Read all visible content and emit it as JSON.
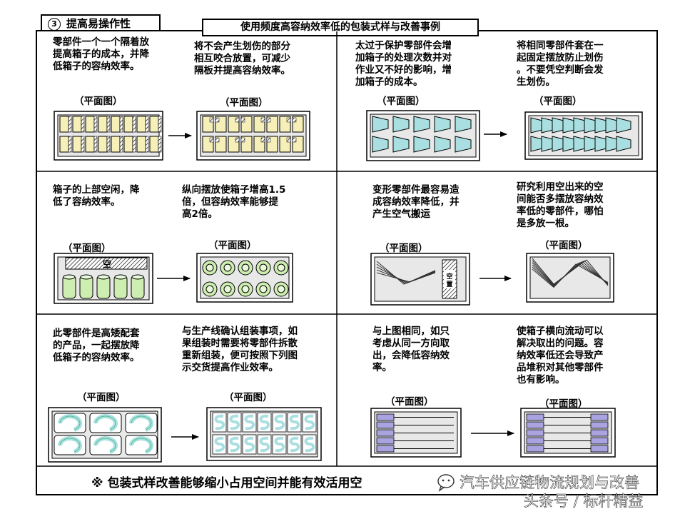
{
  "header": {
    "section_number": "3",
    "section_title": "提高易操作性",
    "main_title": "使用频度高容纳效率低的包装式样与改善事例"
  },
  "cells": [
    {
      "text": [
        "零部件一个一个隔着放",
        "提高箱子的成本，并降",
        "低箱子的容纳效率。"
      ],
      "plan_label": "（平面图）"
    },
    {
      "text": [
        "将不会产生划伤的部分",
        "相互咬合放置，可减少",
        "隔板并提高容纳效率。"
      ],
      "plan_label": "（平面图）"
    },
    {
      "text": [
        "太过于保护零部件会增",
        "加箱子的处理次数并对",
        "作业又不好的影响，增",
        "加箱子的成本。"
      ],
      "plan_label": "（平面图）"
    },
    {
      "text": [
        "将相同零部件套在一",
        "起固定摆放防止划伤",
        "。不要凭空判断会发",
        "生划伤。"
      ],
      "plan_label": "（平面图）"
    },
    {
      "text": [
        "箱子的上部空闲，降",
        "低了容纳效率。"
      ],
      "plan_label": "（平面图）",
      "box_label": "空"
    },
    {
      "text": [
        "纵向摆放使箱子增高1.5",
        "倍，但容纳效率能够提",
        "高2倍。"
      ],
      "plan_label": "（平面图）"
    },
    {
      "text": [
        "变形零部件最容易造",
        "成容纳效率降低，并",
        "产生空气搬运"
      ],
      "plan_label": "（平面图）",
      "box_label": "空置"
    },
    {
      "text": [
        "研究利用空出来的空",
        "间能否多摆放容纳效",
        "率低的零部件，哪怕",
        "是多放一根。"
      ],
      "plan_label": "（平面图）"
    },
    {
      "text": [
        "此零部件是高矮配套",
        "的产品，一起摆放降",
        "低箱子的容纳效率。"
      ],
      "plan_label": "（平面图）"
    },
    {
      "text": [
        "与生产线确认组装事项，如",
        "果组装时需要将零部件拆散",
        "重新组装，便可按照下列图",
        "示交货提高作业效率。"
      ],
      "plan_label": "（平面图）"
    },
    {
      "text": [
        "与上图相同，如只",
        "考虑从同一方向取",
        "出，会降低容纳效",
        "率。"
      ],
      "plan_label": "（平面图）"
    },
    {
      "text": [
        "使箱子横向流动可以",
        "解决取出的问题。容",
        "纳效率低还会导致产",
        "品堆积对其他零部件",
        "也有影响。"
      ],
      "plan_label": "（平面图）"
    }
  ],
  "footer": {
    "mark": "※",
    "text": "包装式样改善能够缩小占用空间并能有效活用空"
  },
  "watermark": {
    "line1": "汽车供应链物流规划与改善",
    "line2": "头条号 / 标杆精益"
  },
  "colors": {
    "part_yellow": "#f6f0b8",
    "part_cyan": "#a9dfe0",
    "part_green": "#cdeeb0",
    "part_purple": "#a9a3e0",
    "box_fill": "#e8e8e8"
  }
}
